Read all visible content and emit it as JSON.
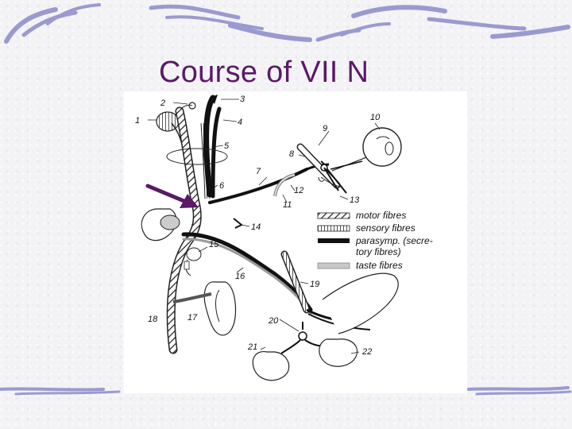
{
  "slide": {
    "title": "Course of VII N"
  },
  "colors": {
    "title": "#5a1a66",
    "decoration": "#8c8cc8",
    "pointer_arrow": "#5a1a66"
  },
  "diagram": {
    "labels": {
      "n1": "1",
      "n2": "2",
      "n3": "3",
      "n4": "4",
      "n5": "5",
      "n6": "6",
      "n7": "7",
      "n8": "8",
      "n9": "9",
      "n10": "10",
      "n11": "11",
      "n12": "12",
      "n13": "13",
      "n14": "14",
      "n15": "15",
      "n16": "16",
      "n17": "17",
      "n18": "18",
      "n19": "19",
      "n20": "20",
      "n21": "21",
      "n22": "22"
    },
    "legend": [
      {
        "id": "motor",
        "label": "motor fibres",
        "pattern": "hatched"
      },
      {
        "id": "sensory",
        "label": "sensory fibres",
        "pattern": "striped"
      },
      {
        "id": "parasymp",
        "label": "parasymp. (secre-",
        "label2": "tory fibres)",
        "pattern": "solid-black"
      },
      {
        "id": "taste",
        "label": "taste fibres",
        "pattern": "light-gray"
      }
    ]
  }
}
